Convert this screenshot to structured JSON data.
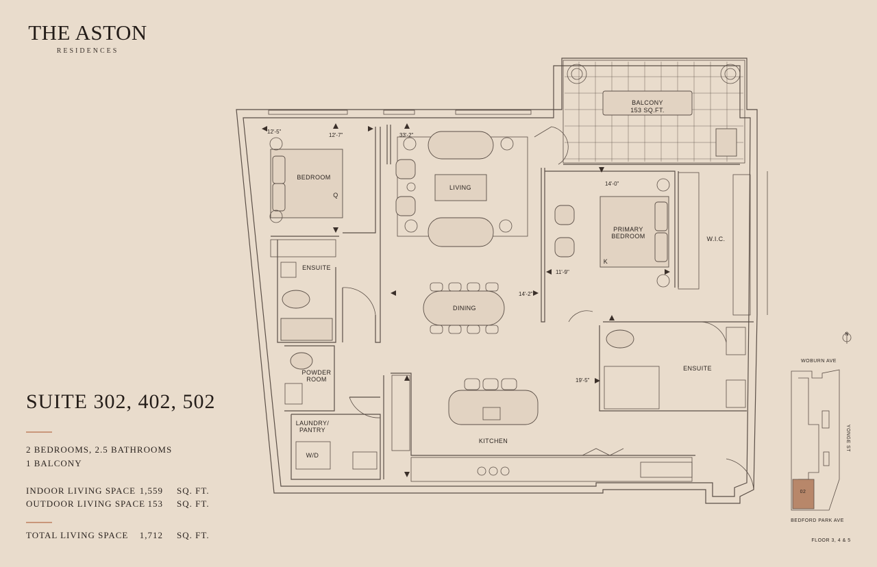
{
  "brand": {
    "title": "THE ASTON",
    "subtitle": "RESIDENCES"
  },
  "suite": {
    "title": "SUITE 302, 402, 502",
    "bedrooms_baths": "2 BEDROOMS, 2.5 BATHROOMS",
    "balcony": "1 BALCONY",
    "indoor": {
      "label": "INDOOR LIVING SPACE",
      "value": "1,559",
      "unit": "SQ. FT."
    },
    "outdoor": {
      "label": "OUTDOOR LIVING SPACE",
      "value": "153",
      "unit": "SQ. FT."
    },
    "total": {
      "label": "TOTAL LIVING SPACE",
      "value": "1,712",
      "unit": "SQ. FT."
    }
  },
  "rooms": {
    "balcony": "BALCONY",
    "balcony_area": "153 SQ.FT.",
    "bedroom": "BEDROOM",
    "living": "LIVING",
    "primary_1": "PRIMARY",
    "primary_2": "BEDROOM",
    "wic": "W.I.C.",
    "ensuite_1": "ENSUITE",
    "dining": "DINING",
    "ensuite_2": "ENSUITE",
    "powder_1": "POWDER",
    "powder_2": "ROOM",
    "laundry_1": "LAUNDRY/",
    "laundry_2": "PANTRY",
    "wd": "W/D",
    "kitchen": "KITCHEN",
    "bed_q": "Q",
    "bed_k": "K"
  },
  "dimensions": {
    "d1": "12'-5\"",
    "d2": "12'-7\"",
    "d3": "33'-2\"",
    "d4": "14'-0\"",
    "d5": "11'-9\"",
    "d6": "14'-2\"",
    "d7": "19'-5\""
  },
  "keyplan": {
    "north": "N",
    "street_top": "WOBURN AVE",
    "street_right": "YONGE ST",
    "street_bottom": "BEDFORD PARK AVE",
    "unit_number": "02",
    "floors": "FLOOR 3, 4  & 5",
    "highlight_color": "#b8876a"
  },
  "colors": {
    "background": "#e9dccc",
    "accent": "#c9967a",
    "wall": "#5a4e46"
  }
}
